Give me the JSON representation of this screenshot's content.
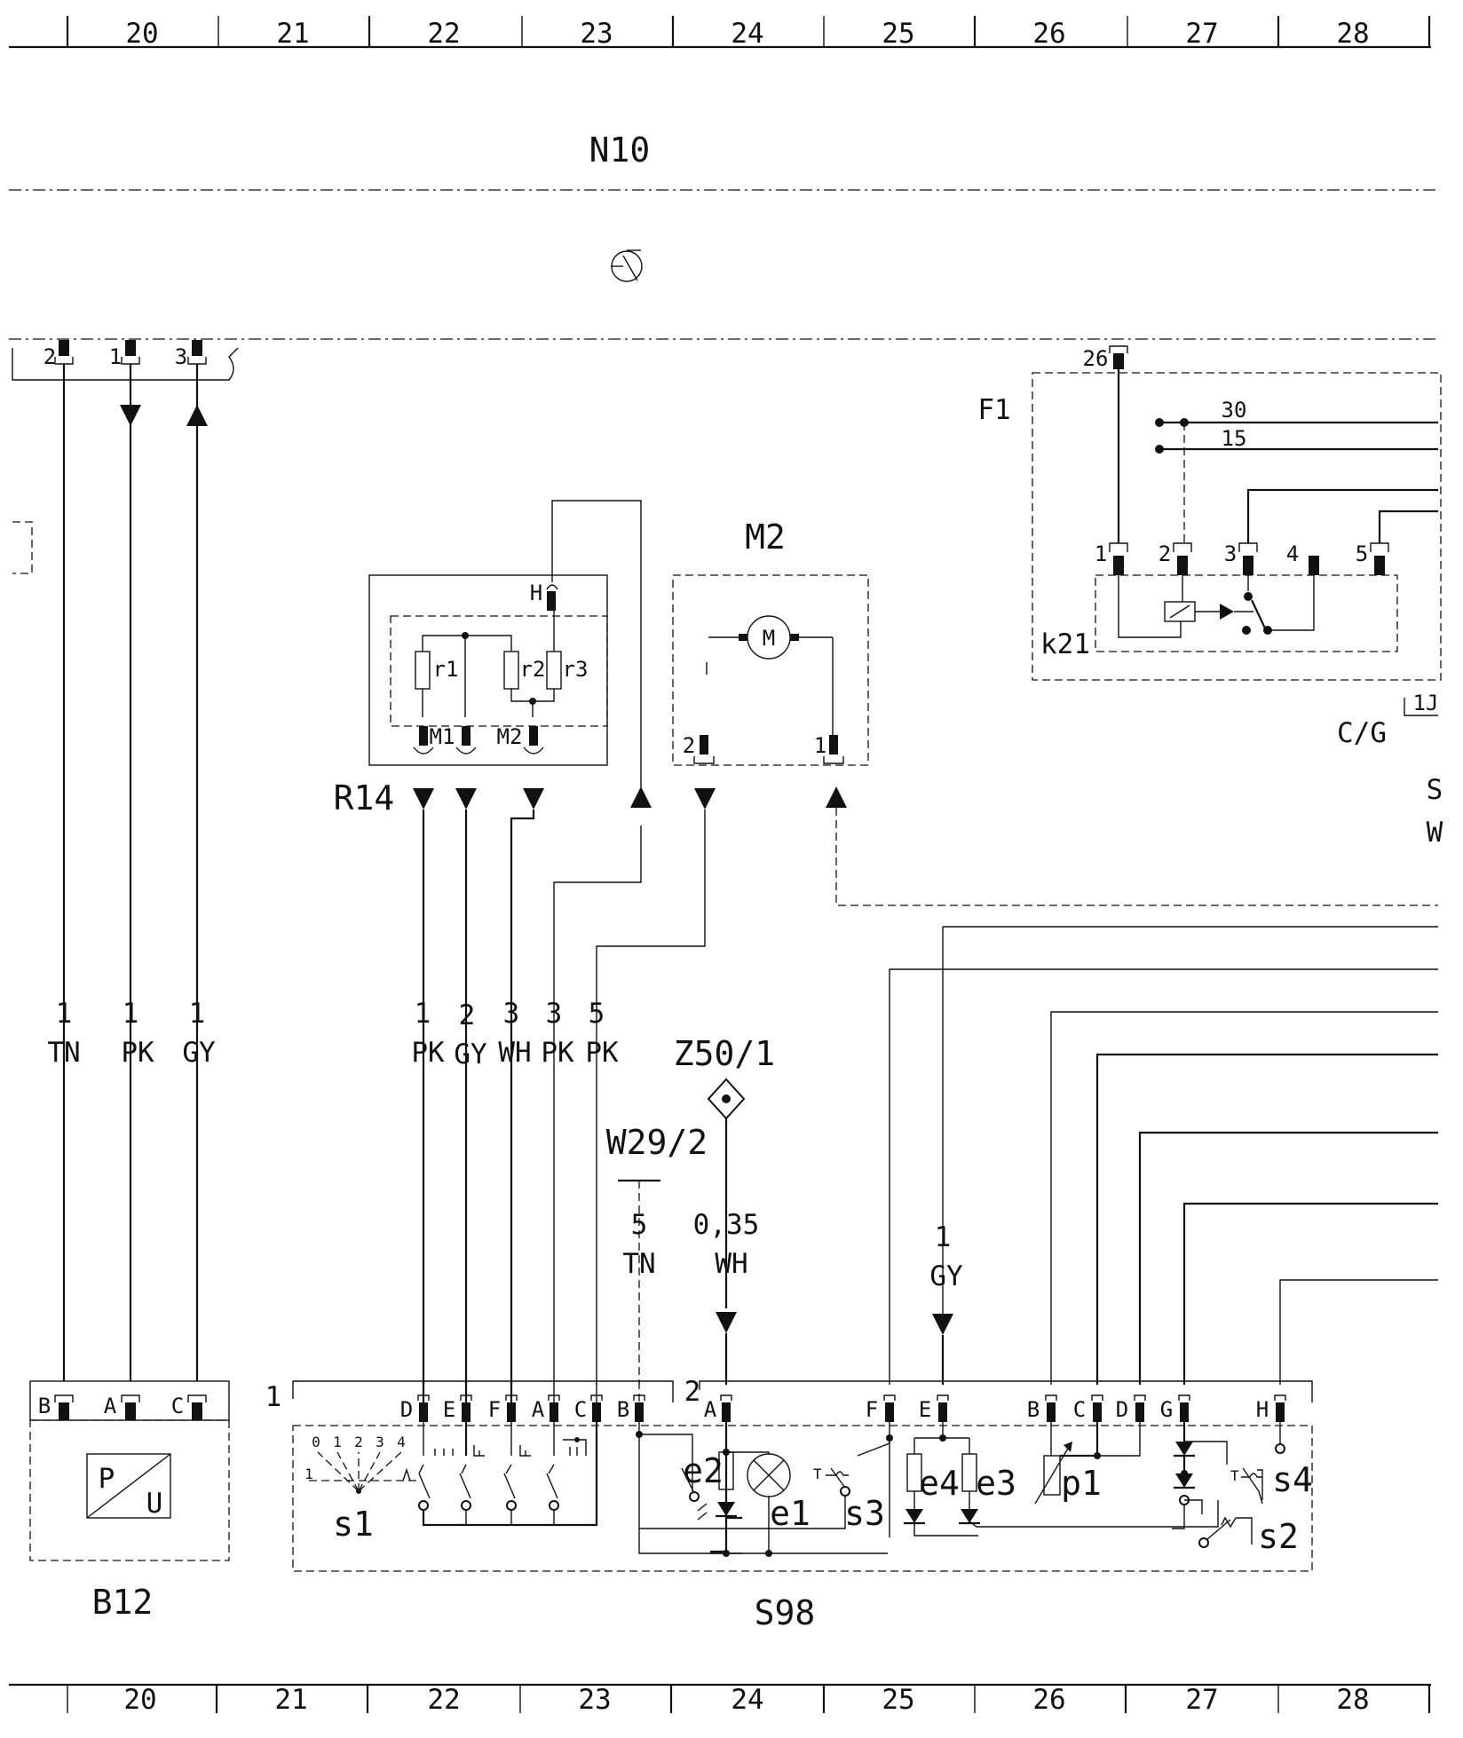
{
  "grid": {
    "top_columns": [
      "20",
      "21",
      "22",
      "23",
      "24",
      "25",
      "26",
      "27",
      "28"
    ],
    "bottom_columns": [
      "20",
      "21",
      "22",
      "23",
      "24",
      "25",
      "26",
      "27",
      "28"
    ]
  },
  "components": {
    "n10": "N10",
    "f1": "F1",
    "k21": "k21",
    "cg": "C/G",
    "cg_right": "1J",
    "r14": "R14",
    "m2": "M2",
    "motor": "M",
    "b12": "B12",
    "b12_p": "P",
    "b12_u": "U",
    "s98": "S98",
    "z50": "Z50/1",
    "w29": "W29/2",
    "edge_s": "S",
    "edge_w": "W"
  },
  "n10_pins": [
    "2",
    "1",
    "3"
  ],
  "f1_terminals": {
    "pin26": "26",
    "t30": "30",
    "t15": "15"
  },
  "k21_pins": [
    "1",
    "2",
    "3",
    "4",
    "5"
  ],
  "r14": {
    "resistors": [
      "r1",
      "r2",
      "r3"
    ],
    "pins": [
      "M1",
      "M2"
    ],
    "h_pin": "H"
  },
  "m2_pins": [
    "2",
    "1"
  ],
  "b12_pins": [
    "B",
    "A",
    "C"
  ],
  "wires": {
    "n10": [
      {
        "gauge": "1",
        "color": "TN"
      },
      {
        "gauge": "1",
        "color": "PK"
      },
      {
        "gauge": "1",
        "color": "GY"
      }
    ],
    "r14": [
      {
        "gauge": "1",
        "color": "PK"
      },
      {
        "gauge": "2",
        "color": "GY"
      },
      {
        "gauge": "3",
        "color": "WH"
      },
      {
        "gauge": "3",
        "color": "PK"
      },
      {
        "gauge": "5",
        "color": "PK"
      }
    ],
    "w29": {
      "gauge": "5",
      "color": "TN"
    },
    "z50": {
      "gauge": "0,35",
      "color": "WH"
    },
    "gy_right": {
      "gauge": "1",
      "color": "GY"
    }
  },
  "s98": {
    "conn1_label": "1",
    "conn1_pins": [
      "D",
      "E",
      "F",
      "A",
      "C",
      "B"
    ],
    "conn2_label": "2",
    "conn2_pins": [
      "A",
      "F",
      "E",
      "B",
      "C",
      "D",
      "G",
      "H"
    ],
    "switch_positions": [
      "0",
      "1",
      "2",
      "3",
      "4"
    ],
    "s1_pos_1": "1",
    "elements": [
      "s1",
      "e2",
      "e1",
      "s3",
      "e4",
      "e3",
      "p1",
      "s4",
      "s2"
    ]
  }
}
